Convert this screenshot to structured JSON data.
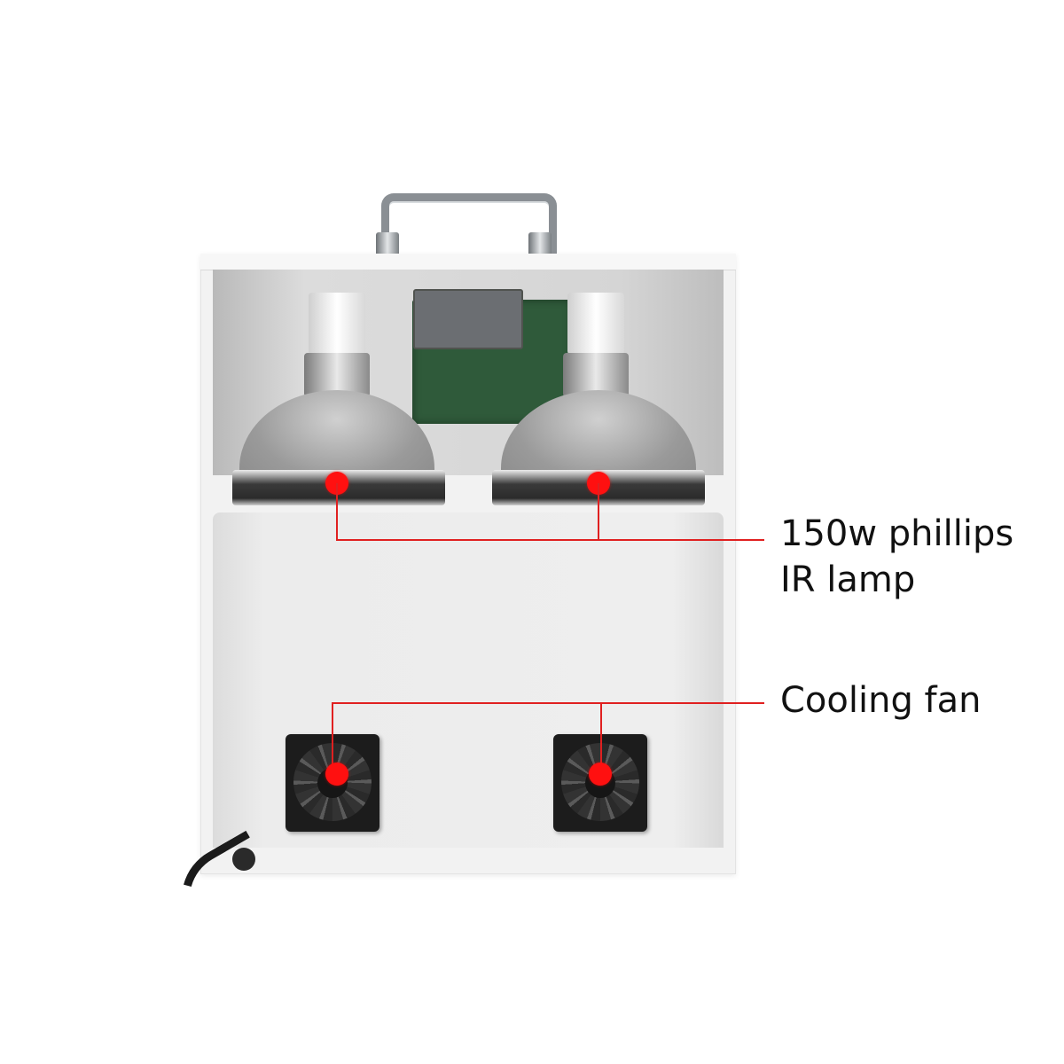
{
  "diagram": {
    "subject": "Portable cabinet with two IR lamps and two cooling fans",
    "callouts": [
      {
        "id": "lamp",
        "label_line1": "150w phillips",
        "label_line2": "IR lamp",
        "targets": 2,
        "color": "#ff1010"
      },
      {
        "id": "fan",
        "label_line1": "Cooling fan",
        "targets": 2,
        "color": "#ff1010"
      }
    ],
    "components": [
      "carry-handle",
      "control-circuit-board",
      "ir-lamp-left",
      "ir-lamp-right",
      "cooling-fan-left",
      "cooling-fan-right",
      "power-cable"
    ]
  }
}
